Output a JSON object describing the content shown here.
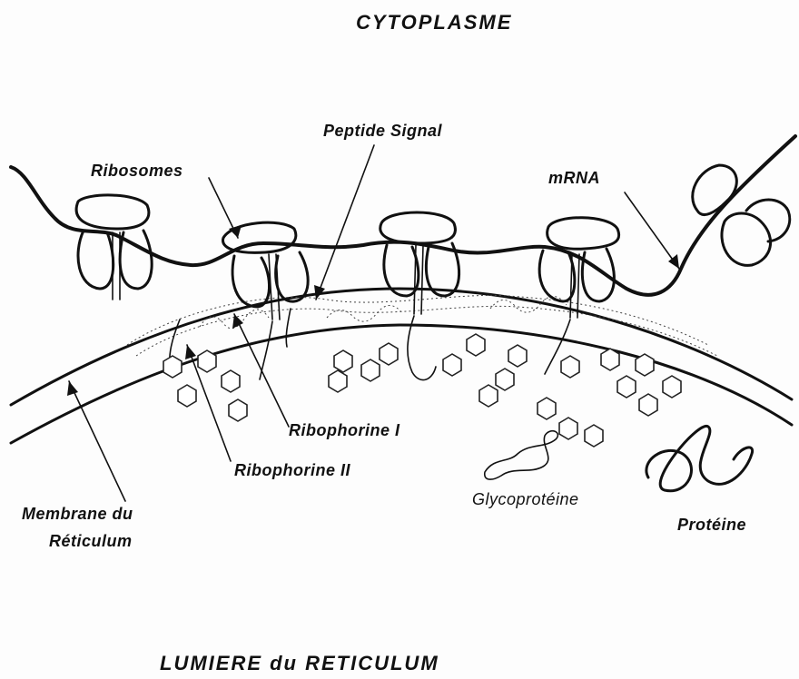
{
  "labels": {
    "cytoplasm": "CYTOPLASME",
    "lumen": "LUMIERE du RETICULUM",
    "signal_peptide": "Peptide Signal",
    "ribosomes": "Ribosomes",
    "mrna": "mRNA",
    "ribophorin_1": "Ribophorine I",
    "ribophorin_2": "Ribophorine II",
    "membrane_line1": "Membrane du",
    "membrane_line2": "Réticulum",
    "glycoprotein": "Glycoprotéine",
    "protein": "Protéine"
  },
  "colors": {
    "ink": "#111111",
    "paper": "#fdfdfd"
  }
}
